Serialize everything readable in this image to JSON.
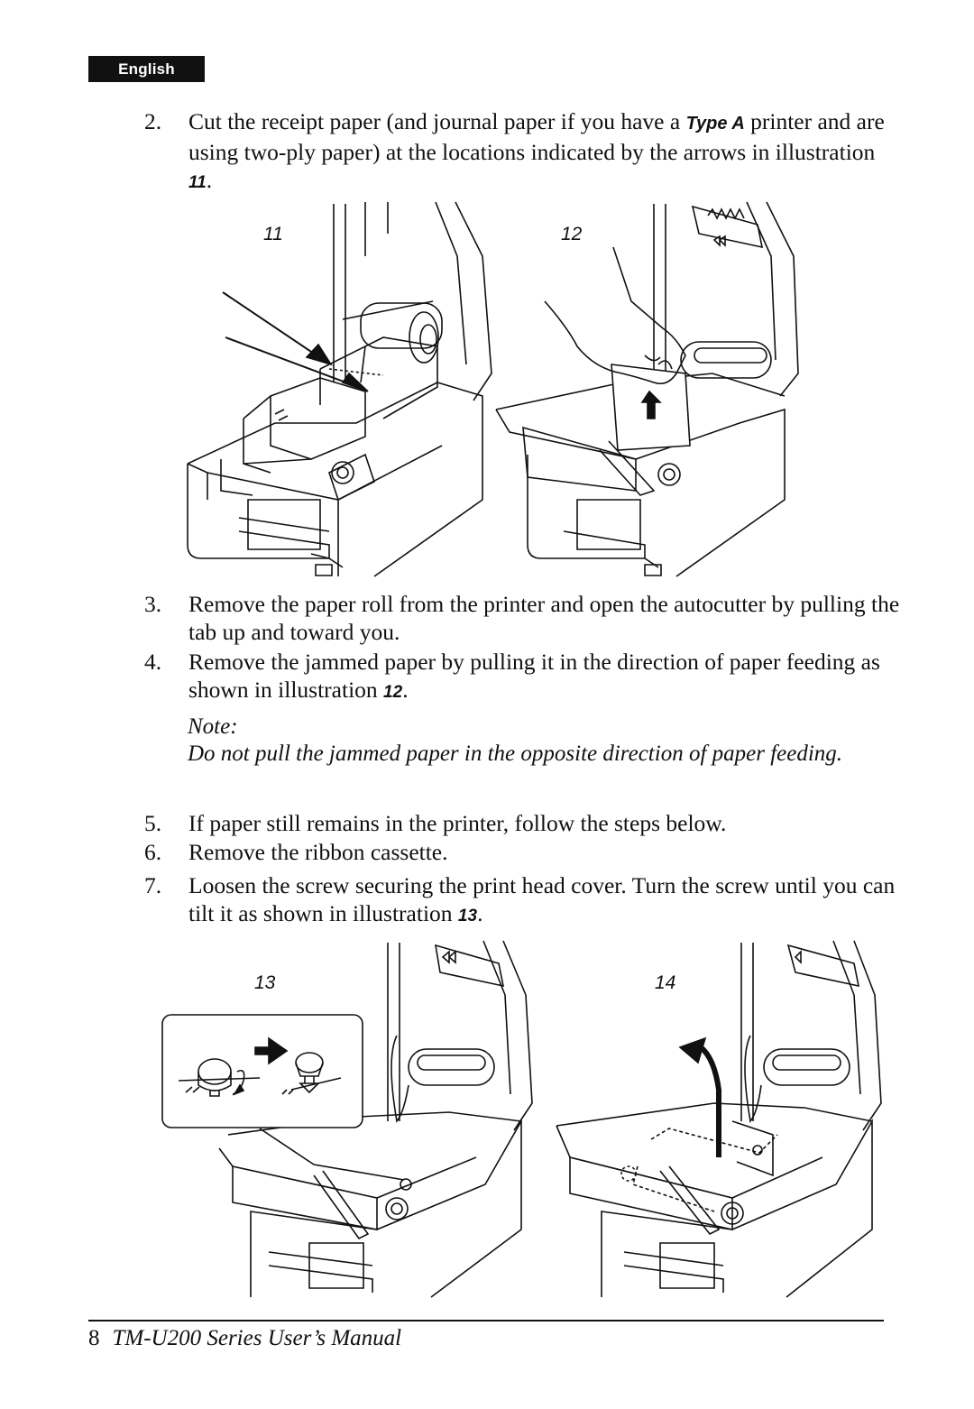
{
  "header": {
    "language_tab": "English"
  },
  "steps": [
    {
      "num": "2.",
      "text_a": "Cut the receipt paper (and journal paper if you have a ",
      "type_ref": "Type A",
      "text_b": " printer and are using two-ply paper) at the locations indicated by the arrows in illustration ",
      "fig_ref": "11",
      "text_c": "."
    },
    {
      "num": "3.",
      "text": "Remove the paper roll from the printer and open the autocutter by pulling the tab up and toward you."
    },
    {
      "num": "4.",
      "text_a": "Remove the jammed paper by pulling it in the direction of paper feeding as shown in illustration ",
      "fig_ref": "12",
      "text_c": "."
    },
    {
      "num": "5.",
      "text": "If paper still remains in the printer, follow the steps below."
    },
    {
      "num": "6.",
      "text": "Remove the ribbon cassette."
    },
    {
      "num": "7.",
      "text_a": "Loosen the screw securing the print head cover. Turn the screw until you can tilt it as shown in illustration ",
      "fig_ref": "13",
      "text_c": "."
    }
  ],
  "note": {
    "heading": "Note:",
    "text": "Do not pull the jammed paper in the opposite direction of paper feeding."
  },
  "figures": [
    {
      "label": "11",
      "icon": "printer-cut-paper-illustration"
    },
    {
      "label": "12",
      "icon": "printer-remove-jammed-paper-illustration"
    },
    {
      "label": "13",
      "icon": "printer-loosen-screw-illustration"
    },
    {
      "label": "14",
      "icon": "printer-tilt-head-cover-illustration"
    }
  ],
  "footer": {
    "page_number": "8",
    "manual_title": "TM-U200 Series User’s Manual"
  }
}
